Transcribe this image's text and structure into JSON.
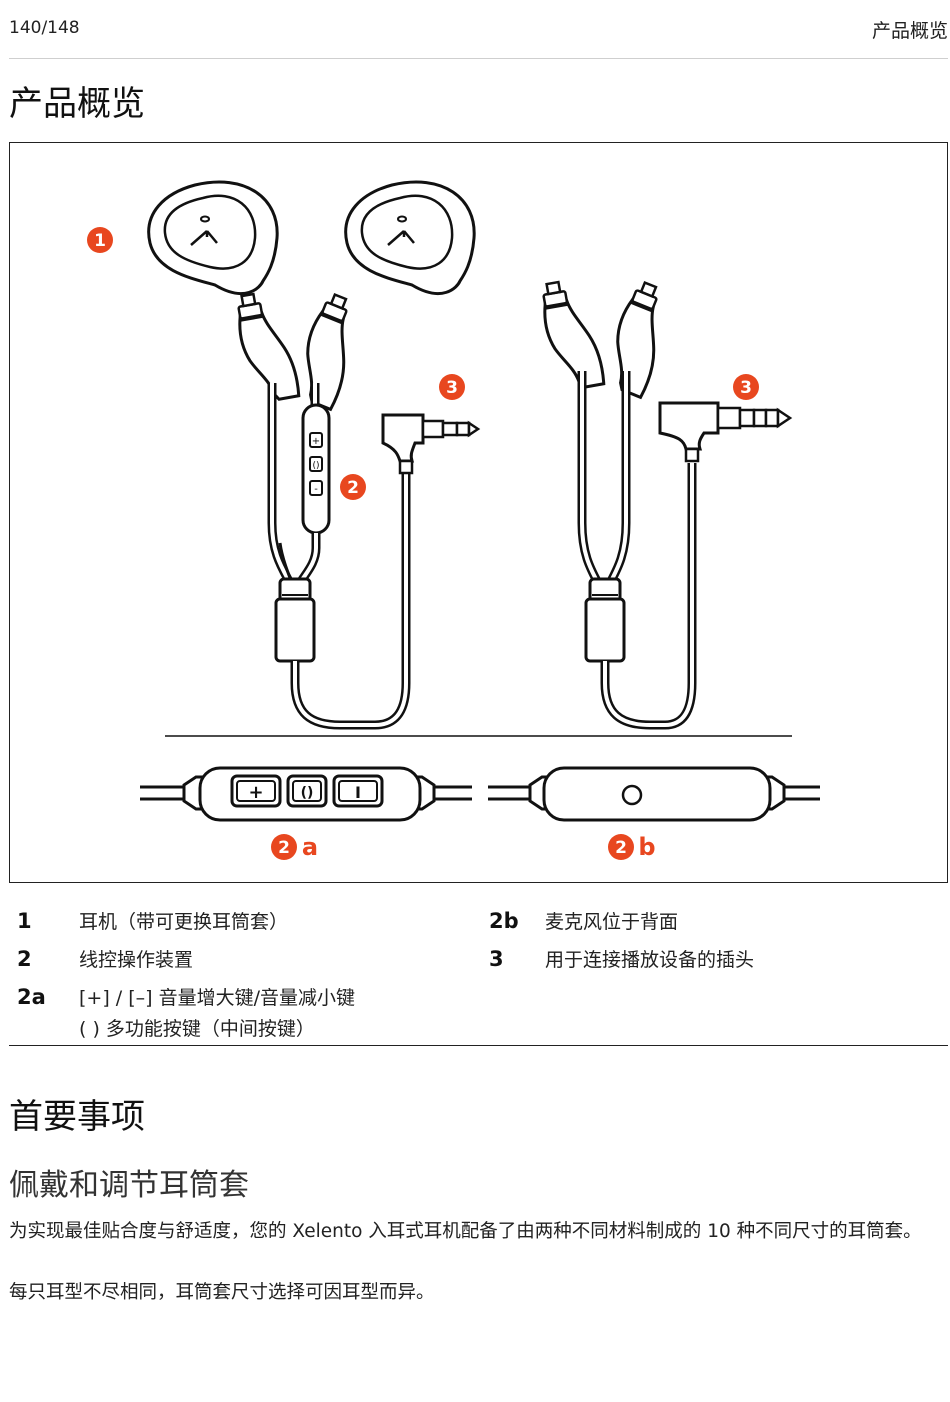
{
  "header": {
    "page_number": "140/148",
    "section": "产品概览"
  },
  "title": "产品概览",
  "figure": {
    "callouts": [
      "1",
      "2",
      "3",
      "3",
      "2a",
      "2b"
    ],
    "accent_color": "#e8471f",
    "icons": [
      "earphone-icon",
      "remote-control-icon",
      "plug-icon",
      "microphone-hole-icon"
    ]
  },
  "legend": [
    {
      "num": "1",
      "text": "耳机（带可更换耳筒套）"
    },
    {
      "num": "2",
      "text": "线控操作装置"
    },
    {
      "num": "2a",
      "text": "[+] / [–] 音量增大键/音量减小键",
      "text2": "( ) 多功能按键（中间按键）"
    },
    {
      "num": "2b",
      "text": "麦克风位于背面"
    },
    {
      "num": "3",
      "text": "用于连接播放设备的插头"
    }
  ],
  "section_title": "首要事项",
  "subsection_title": "佩戴和调节耳筒套",
  "paragraphs": [
    "为实现最佳贴合度与舒适度，您的 Xelento 入耳式耳机配备了由两种不同材料制成的 10 种不同尺寸的耳筒套。",
    "每只耳型不尽相同，耳筒套尺寸选择可因耳型而异。"
  ]
}
